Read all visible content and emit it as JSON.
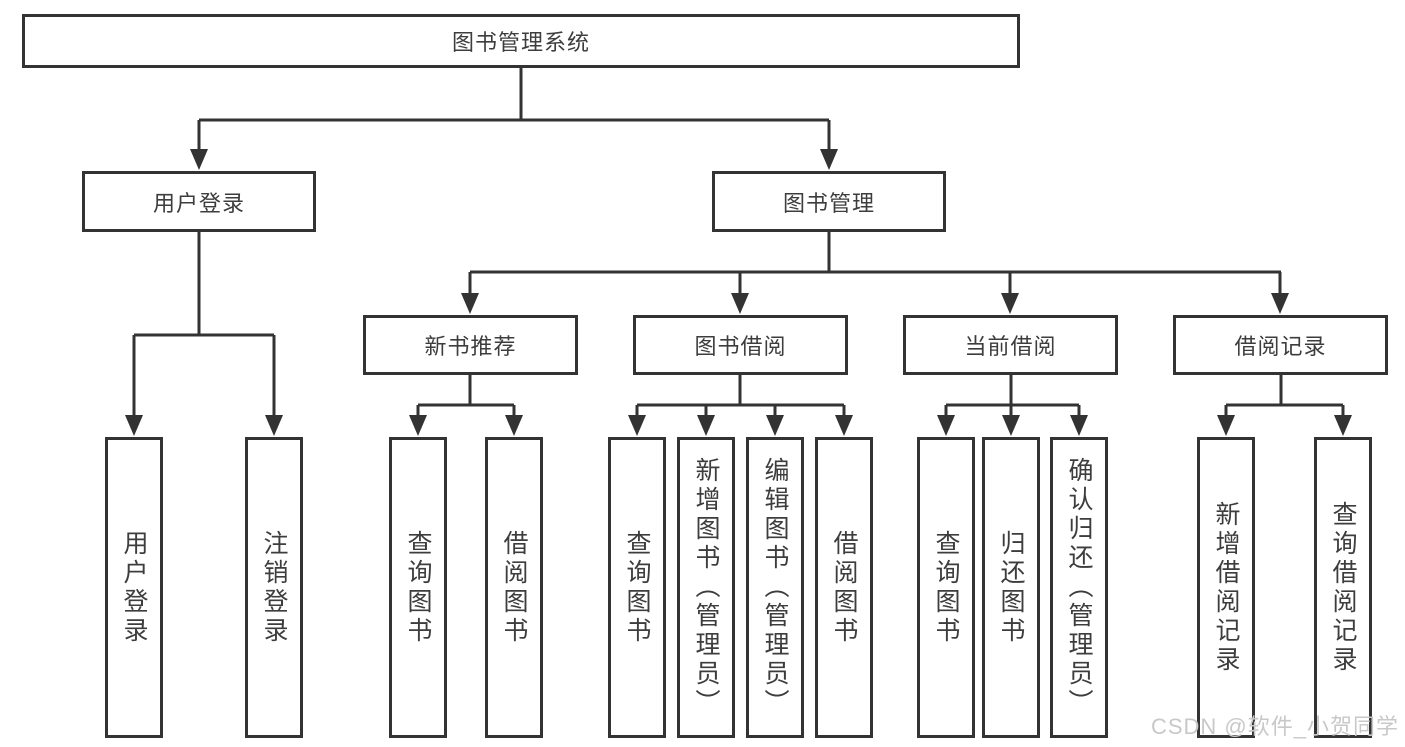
{
  "diagram_title": "图书管理系统",
  "tree": {
    "label": "图书管理系统",
    "children": [
      {
        "label": "用户登录",
        "children": [
          {
            "label": "用户登录"
          },
          {
            "label": "注销登录"
          }
        ]
      },
      {
        "label": "图书管理",
        "children": [
          {
            "label": "新书推荐",
            "children": [
              {
                "label": "查询图书"
              },
              {
                "label": "借阅图书"
              }
            ]
          },
          {
            "label": "图书借阅",
            "children": [
              {
                "label": "查询图书"
              },
              {
                "label": "新增图书（管理员）"
              },
              {
                "label": "编辑图书（管理员）"
              },
              {
                "label": "借阅图书"
              }
            ]
          },
          {
            "label": "当前借阅",
            "children": [
              {
                "label": "查询图书"
              },
              {
                "label": "归还图书"
              },
              {
                "label": "确认归还（管理员）"
              }
            ]
          },
          {
            "label": "借阅记录",
            "children": [
              {
                "label": "新增借阅记录"
              },
              {
                "label": "查询借阅记录"
              }
            ]
          }
        ]
      }
    ]
  },
  "watermark": "CSDN @软件_小贺同学",
  "colors": {
    "line": "#333333",
    "box_border": "#333333",
    "text": "#3d3d3d",
    "background": "#ffffff",
    "watermark": "#c8c8c8"
  }
}
